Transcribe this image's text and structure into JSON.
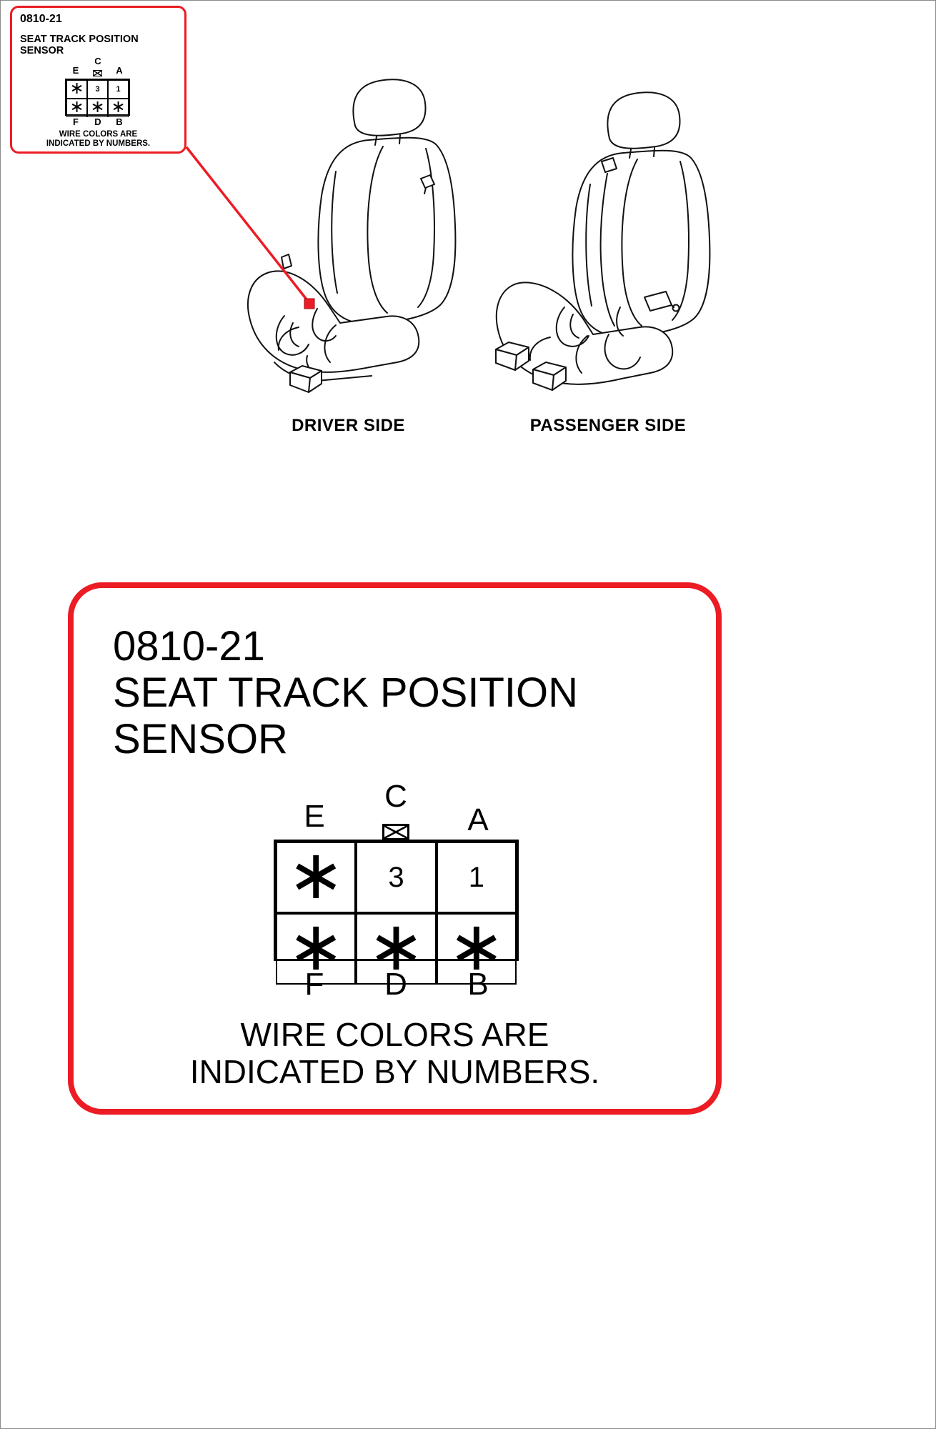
{
  "colors": {
    "accent_red": "#ec1c24",
    "ink": "#000000"
  },
  "sensor": {
    "code": "0810-21",
    "title_line1": "SEAT TRACK POSITION",
    "title_line2": "SENSOR",
    "note_line1": "WIRE COLORS ARE",
    "note_line2": "INDICATED BY NUMBERS."
  },
  "connector": {
    "top_pin_labels": [
      "E",
      "C",
      "A"
    ],
    "bottom_pin_labels": [
      "F",
      "D",
      "B"
    ],
    "top_row_cells": [
      "∗",
      "3",
      "1"
    ],
    "bottom_row_cells": [
      "∗",
      "∗",
      "∗"
    ],
    "key_icon": "boxed-x"
  },
  "illustration": {
    "driver_label": "DRIVER SIDE",
    "passenger_label": "PASSENGER SIDE"
  }
}
